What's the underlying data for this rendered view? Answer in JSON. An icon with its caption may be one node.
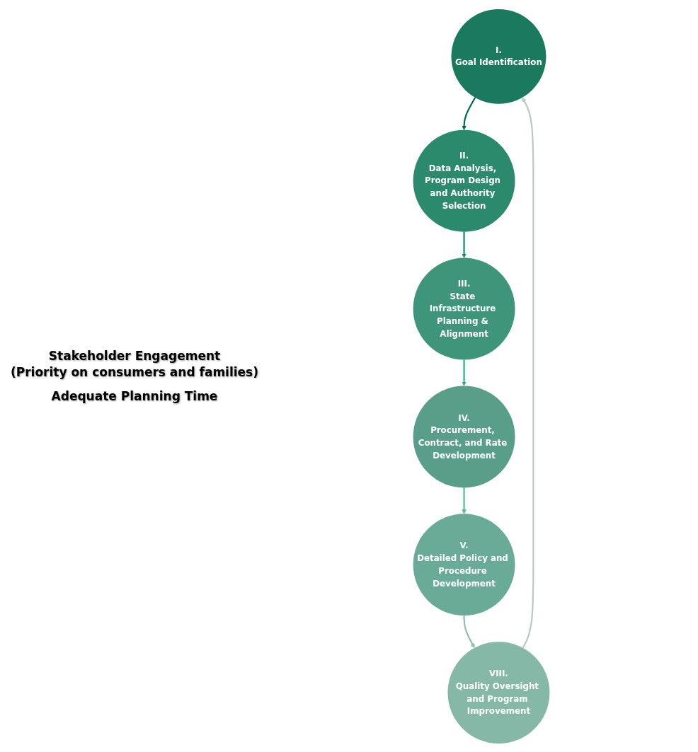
{
  "diagram": {
    "nodes": [
      {
        "text": [
          "I.",
          "Goal Identification"
        ]
      },
      {
        "text": [
          "II.",
          "Data Analysis, Program Design and Authority Selection"
        ]
      },
      {
        "text": [
          "III.",
          "State Infrastructure Planning & Alignment"
        ]
      },
      {
        "text": [
          "IV.",
          "Procurement, Contract, and Rate Development"
        ]
      },
      {
        "text": [
          "V.",
          "Detailed Policy and Procedure Development"
        ]
      },
      {
        "text": [
          "VIII.",
          "Quality Oversight and Program Improvement"
        ]
      }
    ],
    "edges": [
      {
        "from": 0,
        "to": 1,
        "arrow": "to",
        "color": "#006a4e"
      },
      {
        "from": 1,
        "to": 2,
        "arrow": "to",
        "color": "#12905f"
      },
      {
        "from": 2,
        "to": 3,
        "arrow": "to",
        "color": "#2ab07f"
      },
      {
        "from": 3,
        "to": 4,
        "arrow": "to",
        "color": "#52c090"
      },
      {
        "from": 4,
        "to": 5,
        "arrow": "to",
        "color": "#8fc0a8"
      },
      {
        "from": 5,
        "to": 0,
        "arrow": "to",
        "color": "#bcc8c0"
      }
    ],
    "labels": [
      "Stakeholder Engagement",
      "(Priority on consumers and families)",
      "Adequate Planning Time"
    ]
  }
}
